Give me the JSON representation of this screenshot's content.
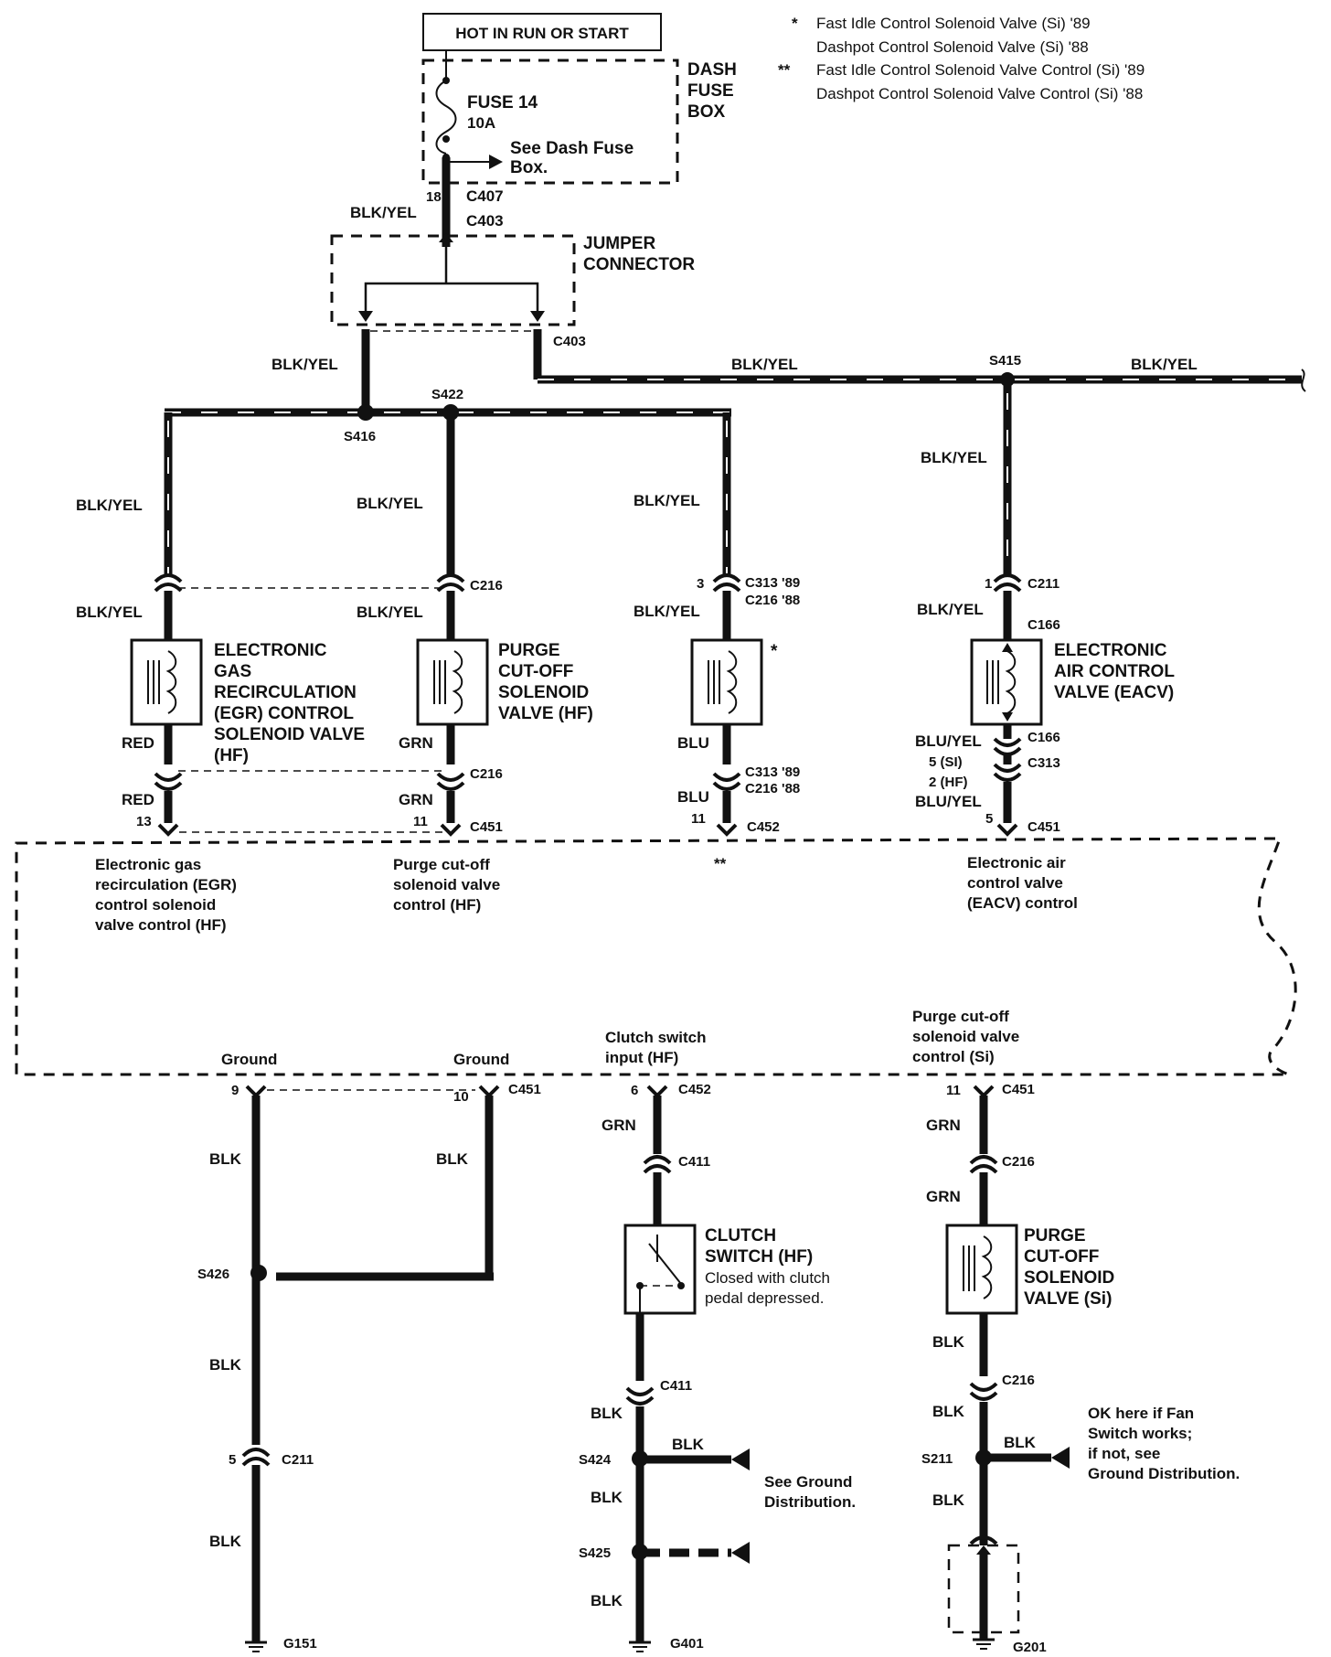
{
  "power_label": "HOT IN RUN OR START",
  "fuse_box": {
    "title_lines": [
      "DASH",
      "FUSE",
      "BOX"
    ],
    "fuse_name": "FUSE 14",
    "fuse_rating": "10A",
    "see_lines": [
      "See Dash Fuse",
      "Box."
    ]
  },
  "notes": [
    {
      "marker": "*",
      "lines": [
        "Fast Idle Control Solenoid Valve (Si) '89",
        "Dashpot Control Solenoid Valve (Si) '88"
      ]
    },
    {
      "marker": "**",
      "lines": [
        "Fast Idle Control Solenoid Valve Control (Si) '89",
        "Dashpot Control Solenoid Valve Control (Si) '88"
      ]
    }
  ],
  "jumper_connector_lines": [
    "JUMPER",
    "CONNECTOR"
  ],
  "wire_colors": {
    "blk_yel": "BLK/YEL",
    "red": "RED",
    "grn": "GRN",
    "blu": "BLU",
    "blu_yel": "BLU/YEL",
    "blk": "BLK"
  },
  "connectors": {
    "c407": "C407",
    "c403": "C403",
    "c216": "C216",
    "c313_89": "C313 '89",
    "c216_88": "C216 '88",
    "c211": "C211",
    "c166": "C166",
    "c313": "C313",
    "c451": "C451",
    "c452": "C452",
    "c411": "C411"
  },
  "pins": {
    "p18": "18",
    "p3": "3",
    "p1": "1",
    "p13": "13",
    "p11": "11",
    "p5": "5",
    "p9": "9",
    "p10": "10",
    "p6": "6",
    "p5si": "5 (SI)",
    "p2hf": "2 (HF)"
  },
  "splices": {
    "s415": "S415",
    "s416": "S416",
    "s422": "S422",
    "s426": "S426",
    "s424": "S424",
    "s425": "S425",
    "s211": "S211"
  },
  "grounds": {
    "g151": "G151",
    "g401": "G401",
    "g201": "G201"
  },
  "components": {
    "egr": [
      "ELECTRONIC",
      "GAS",
      "RECIRCULATION",
      "(EGR) CONTROL",
      "SOLENOID VALVE",
      "(HF)"
    ],
    "purge_hf": [
      "PURGE",
      "CUT-OFF",
      "SOLENOID",
      "VALVE (HF)"
    ],
    "star_marker": "*",
    "eacv": [
      "ELECTRONIC",
      "AIR CONTROL",
      "VALVE (EACV)"
    ],
    "clutch": [
      "CLUTCH",
      "SWITCH (HF)"
    ],
    "clutch_note": [
      "Closed with clutch",
      "pedal depressed."
    ],
    "purge_si": [
      "PURGE",
      "CUT-OFF",
      "SOLENOID",
      "VALVE (Si)"
    ]
  },
  "ecu": {
    "egr_ctrl": [
      "Electronic gas",
      "recirculation (EGR)",
      "control solenoid",
      "valve control (HF)"
    ],
    "purge_ctrl": [
      "Purge cut-off",
      "solenoid valve",
      "control (HF)"
    ],
    "star2": "**",
    "eacv_ctrl": [
      "Electronic air",
      "control valve",
      "(EACV) control"
    ],
    "ground1": "Ground",
    "ground2": "Ground",
    "clutch_input": [
      "Clutch switch",
      "input (HF)"
    ],
    "purge_si_ctrl": [
      "Purge cut-off",
      "solenoid valve",
      "control (Si)"
    ]
  },
  "see_ground": [
    "See Ground",
    "Distribution."
  ],
  "ok_note": [
    "OK here if Fan",
    "Switch works;",
    "if not, see",
    "Ground Distribution."
  ]
}
